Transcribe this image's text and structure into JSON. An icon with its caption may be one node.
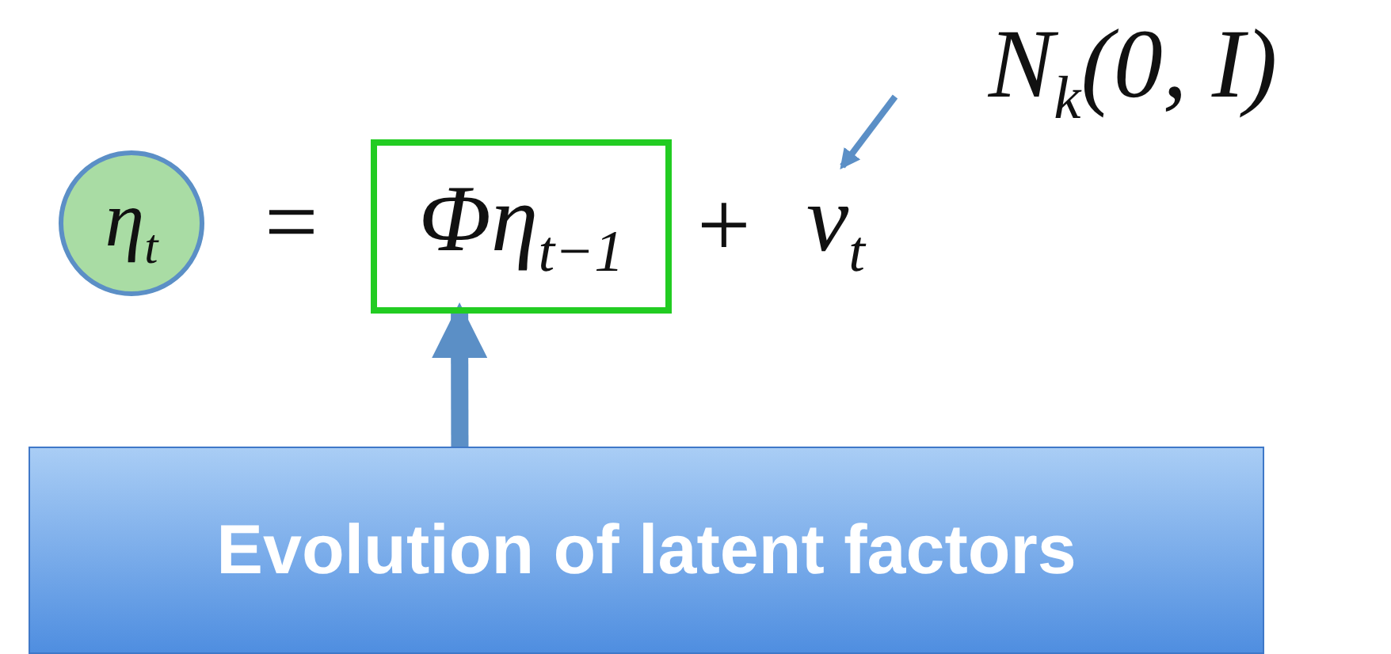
{
  "diagram": {
    "nodes": [
      {
        "text": [
          "η$_{t}$"
        ]
      },
      {
        "text": [
          "Φη$_{t−1}$"
        ]
      },
      {
        "text": [
          "ν$_{t}$"
        ]
      },
      {
        "text": [
          "N$_{k}$(0, I)"
        ]
      },
      {
        "text": [
          "Evolution of latent factors"
        ]
      }
    ],
    "edges": [
      {
        "from": 3,
        "to": 2,
        "arrow": "to"
      },
      {
        "from": 4,
        "to": 1,
        "arrow": "to",
        "style": "thick"
      }
    ],
    "labels": [
      "=",
      "+"
    ]
  }
}
